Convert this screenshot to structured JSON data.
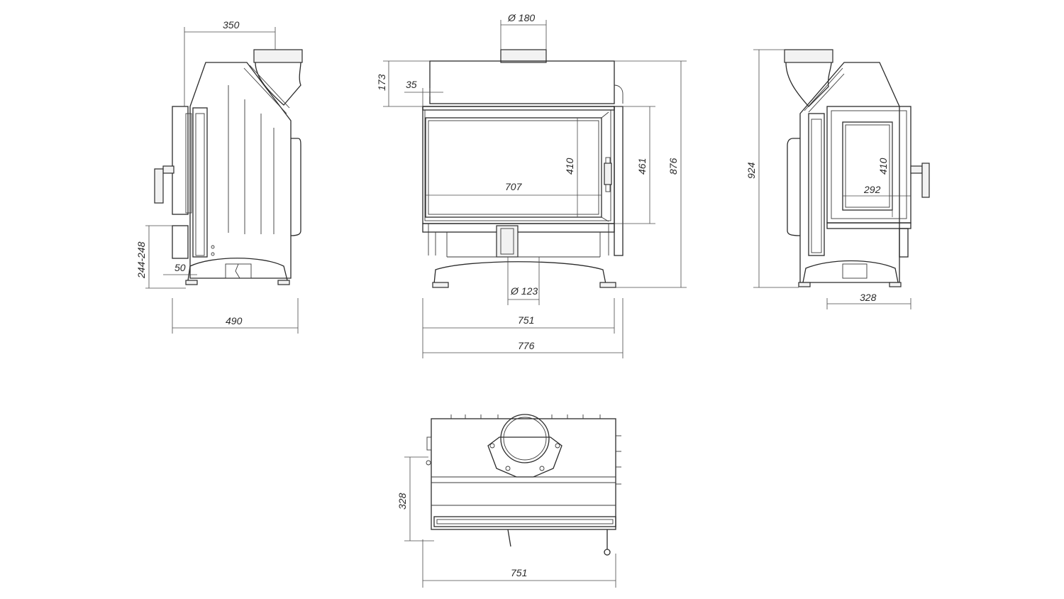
{
  "colors": {
    "line": "#2b2b2b",
    "text": "#2a2a2a",
    "background": "#ffffff"
  },
  "side_left": {
    "width_top": "350",
    "leg_height": "244-248",
    "foot_offset": "50",
    "depth": "490"
  },
  "front": {
    "flue_diameter": "Ø 180",
    "top_height": "173",
    "top_offset": "35",
    "glass_width": "707",
    "glass_height": "410",
    "door_height": "461",
    "total_height": "876",
    "air_inlet_diameter": "Ø 123",
    "body_width": "751",
    "total_width": "776"
  },
  "side_right": {
    "total_height": "924",
    "glass_height": "410",
    "glass_width": "292",
    "side_width": "328"
  },
  "top_view": {
    "depth": "328",
    "width": "751"
  }
}
